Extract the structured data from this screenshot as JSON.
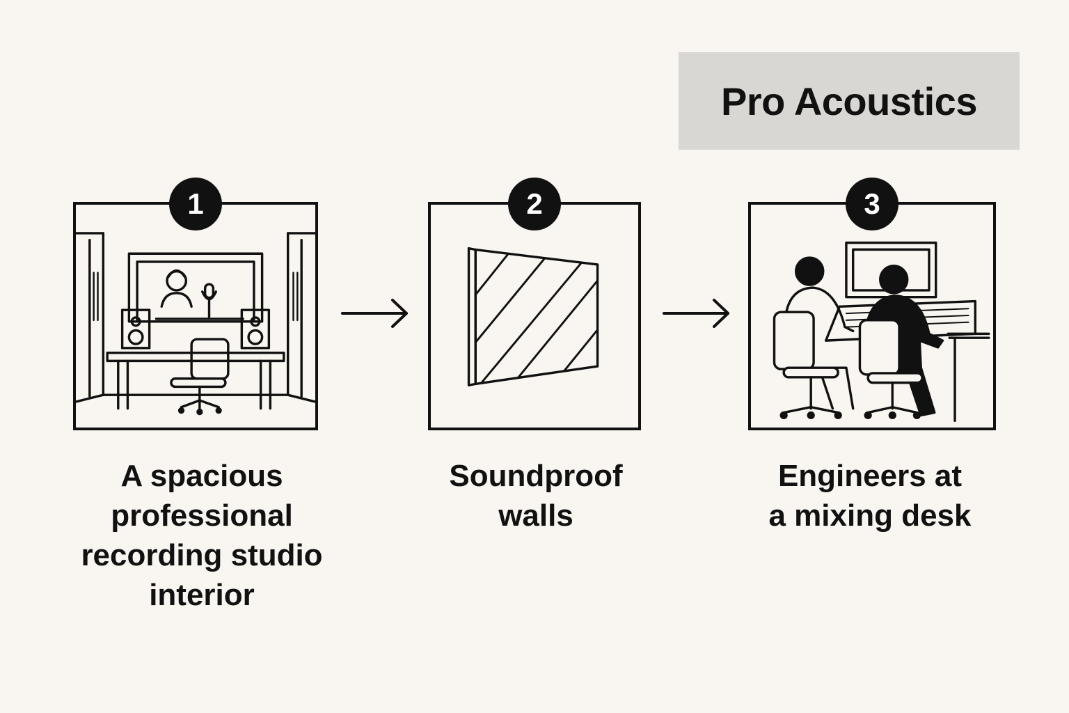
{
  "brand": {
    "title": "Pro Acoustics",
    "box_color": "#d9d7d3"
  },
  "background_color": "#f9f6f1",
  "steps": [
    {
      "number": "1",
      "caption": "A spacious\nprofessional\nrecording studio\ninterior",
      "icon": "recording-studio-icon"
    },
    {
      "number": "2",
      "caption": "Soundproof\nwalls",
      "icon": "acoustic-panel-icon"
    },
    {
      "number": "3",
      "caption": "Engineers at\na mixing desk",
      "icon": "engineers-mixing-desk-icon"
    }
  ],
  "arrows": [
    "arrow-right-icon",
    "arrow-right-icon"
  ]
}
